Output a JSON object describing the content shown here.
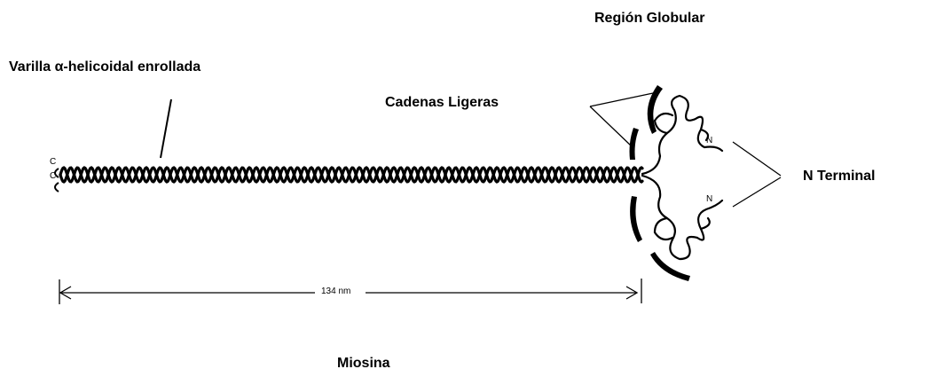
{
  "diagram": {
    "labels": {
      "region_globular": "Región Globular",
      "varilla": "Varilla α-helicoidal enrollada",
      "cadenas_ligeras": "Cadenas Ligeras",
      "n_terminal": "N Terminal",
      "n_upper": "N",
      "n_lower": "N",
      "length": "134 nm",
      "c_top": "C",
      "c_bottom": "C",
      "title": "Miosina"
    }
  }
}
